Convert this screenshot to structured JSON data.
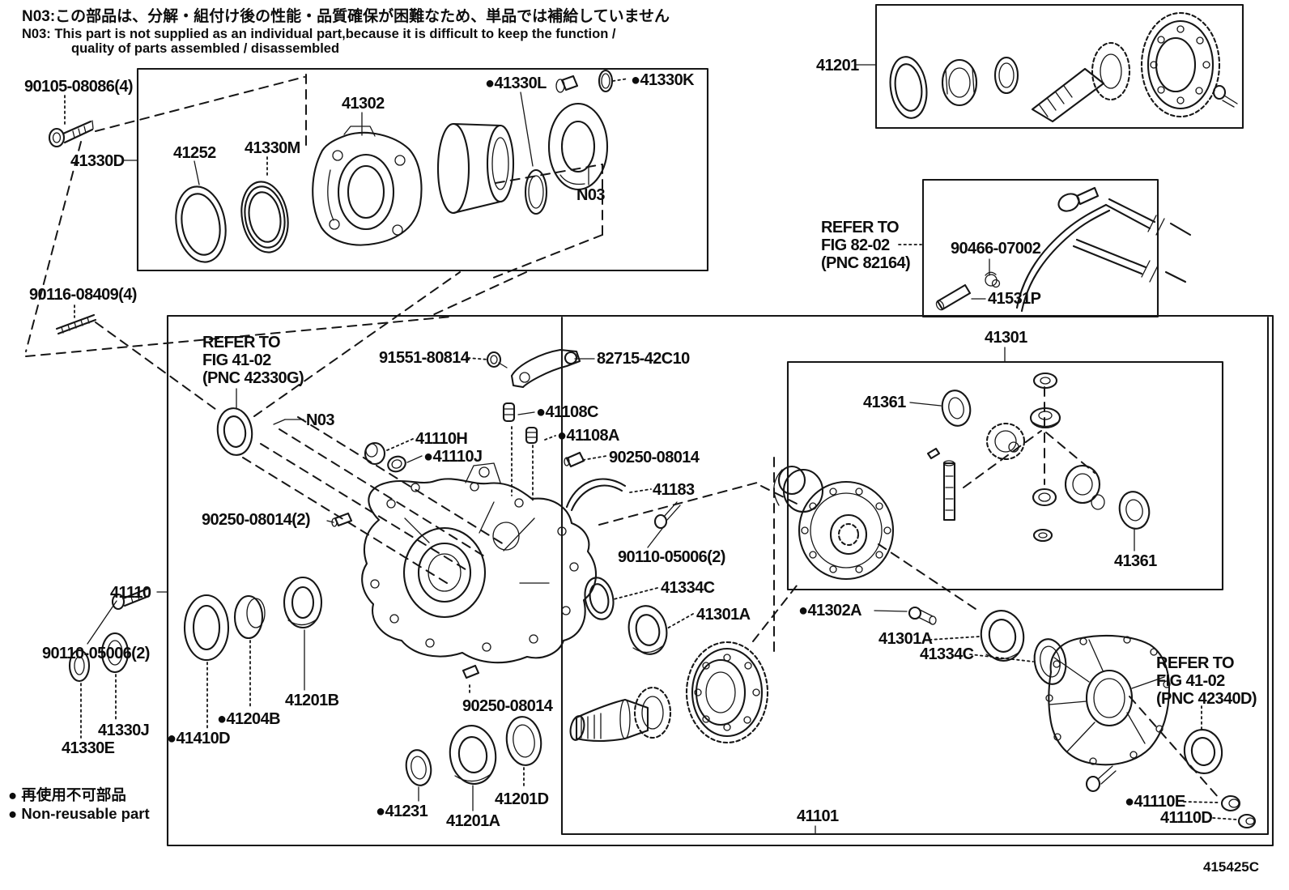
{
  "page": {
    "notes": {
      "jp": "N03:この部品は、分解・組付け後の性能・品質確保が困難なため、単品では補給していません",
      "en1": "N03: This part is not supplied as an individual part,because it is difficult to keep the function /",
      "en2": "quality of parts assembled / disassembled"
    },
    "legend": {
      "jp": "● 再使用不可部品",
      "en": "● Non-reusable part"
    },
    "figure_code": "415425C"
  },
  "labels": [
    {
      "id": "90105-08086",
      "text": "90105-08086(4)"
    },
    {
      "id": "41330D",
      "text": "41330D"
    },
    {
      "id": "41252",
      "text": "41252"
    },
    {
      "id": "41330M",
      "text": "41330M"
    },
    {
      "id": "41302",
      "text": "41302"
    },
    {
      "id": "41330L",
      "text": "●41330L"
    },
    {
      "id": "41330K",
      "text": "●41330K"
    },
    {
      "id": "N03-top",
      "text": "N03"
    },
    {
      "id": "41201",
      "text": "41201"
    },
    {
      "id": "refer-fig-82-02",
      "text": "REFER TO\nFIG 82-02\n(PNC 82164)"
    },
    {
      "id": "90466-07002",
      "text": "90466-07002"
    },
    {
      "id": "41531P",
      "text": "41531P"
    },
    {
      "id": "90116-08409",
      "text": "90116-08409(4)"
    },
    {
      "id": "refer-fig-41-02-42330G",
      "text": "REFER TO\nFIG 41-02\n(PNC 42330G)"
    },
    {
      "id": "91551-80814",
      "text": "91551-80814"
    },
    {
      "id": "82715-42C10",
      "text": "82715-42C10"
    },
    {
      "id": "N03-mid",
      "text": "N03"
    },
    {
      "id": "41108C",
      "text": "●41108C"
    },
    {
      "id": "41110H",
      "text": "41110H"
    },
    {
      "id": "41110J",
      "text": "●41110J"
    },
    {
      "id": "41108A",
      "text": "●41108A"
    },
    {
      "id": "90250-08014-right",
      "text": "90250-08014"
    },
    {
      "id": "41183",
      "text": "41183"
    },
    {
      "id": "90250-08014-2",
      "text": "90250-08014(2)"
    },
    {
      "id": "41110",
      "text": "41110"
    },
    {
      "id": "90110-05006-left",
      "text": "90110-05006(2)"
    },
    {
      "id": "41330J",
      "text": "41330J"
    },
    {
      "id": "41330E",
      "text": "41330E"
    },
    {
      "id": "41410D",
      "text": "●41410D"
    },
    {
      "id": "41204B",
      "text": "●41204B"
    },
    {
      "id": "41201B",
      "text": "41201B"
    },
    {
      "id": "90250-08014-center",
      "text": "90250-08014"
    },
    {
      "id": "41231",
      "text": "●41231"
    },
    {
      "id": "41201A",
      "text": "41201A"
    },
    {
      "id": "41201D",
      "text": "41201D"
    },
    {
      "id": "90110-05006-right",
      "text": "90110-05006(2)"
    },
    {
      "id": "41334C-mid",
      "text": "41334C"
    },
    {
      "id": "41301A-mid",
      "text": "41301A"
    },
    {
      "id": "41301",
      "text": "41301"
    },
    {
      "id": "41361-upper",
      "text": "41361"
    },
    {
      "id": "41361-lower",
      "text": "41361"
    },
    {
      "id": "41302A",
      "text": "●41302A"
    },
    {
      "id": "41301A-right",
      "text": "41301A"
    },
    {
      "id": "41334C-right",
      "text": "41334C"
    },
    {
      "id": "refer-fig-41-02-42340D",
      "text": "REFER TO\nFIG 41-02\n(PNC 42340D)"
    },
    {
      "id": "41110E",
      "text": "●41110E"
    },
    {
      "id": "41110D",
      "text": "41110D"
    },
    {
      "id": "41101",
      "text": "41101"
    }
  ]
}
